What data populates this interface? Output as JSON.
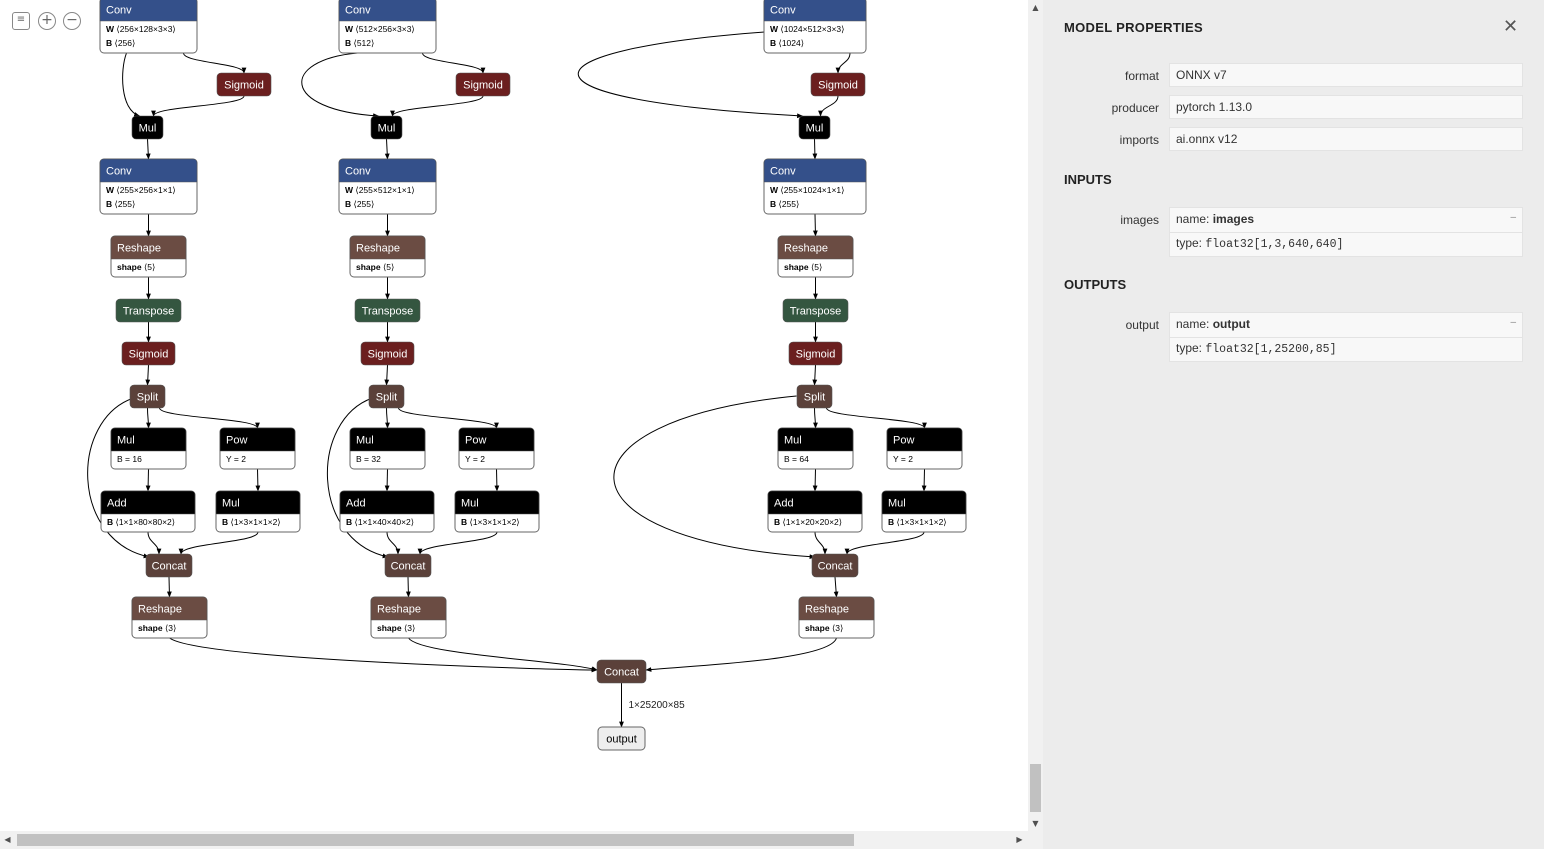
{
  "toolbar": {
    "menu_icon": "menu-icon",
    "zoom_in_icon": "zoom-in-icon",
    "zoom_out_icon": "zoom-out-icon"
  },
  "graph": {
    "nodes": [
      {
        "id": "conv1",
        "op": "Conv",
        "kind": "layer",
        "attrs": [
          [
            "W",
            "⟨256×128×3×3⟩"
          ],
          [
            "B",
            "⟨256⟩"
          ]
        ]
      },
      {
        "id": "conv2",
        "op": "Conv",
        "kind": "layer",
        "attrs": [
          [
            "W",
            "⟨512×256×3×3⟩"
          ],
          [
            "B",
            "⟨512⟩"
          ]
        ]
      },
      {
        "id": "conv3",
        "op": "Conv",
        "kind": "layer",
        "attrs": [
          [
            "W",
            "⟨1024×512×3×3⟩"
          ],
          [
            "B",
            "⟨1024⟩"
          ]
        ]
      },
      {
        "id": "sig1a",
        "op": "Sigmoid",
        "kind": "activation"
      },
      {
        "id": "sig2a",
        "op": "Sigmoid",
        "kind": "activation"
      },
      {
        "id": "sig3a",
        "op": "Sigmoid",
        "kind": "activation"
      },
      {
        "id": "mul1a",
        "op": "Mul",
        "kind": "math"
      },
      {
        "id": "mul2a",
        "op": "Mul",
        "kind": "math"
      },
      {
        "id": "mul3a",
        "op": "Mul",
        "kind": "math"
      },
      {
        "id": "conv1b",
        "op": "Conv",
        "kind": "layer",
        "attrs": [
          [
            "W",
            "⟨255×256×1×1⟩"
          ],
          [
            "B",
            "⟨255⟩"
          ]
        ]
      },
      {
        "id": "conv2b",
        "op": "Conv",
        "kind": "layer",
        "attrs": [
          [
            "W",
            "⟨255×512×1×1⟩"
          ],
          [
            "B",
            "⟨255⟩"
          ]
        ]
      },
      {
        "id": "conv3b",
        "op": "Conv",
        "kind": "layer",
        "attrs": [
          [
            "W",
            "⟨255×1024×1×1⟩"
          ],
          [
            "B",
            "⟨255⟩"
          ]
        ]
      },
      {
        "id": "rs1",
        "op": "Reshape",
        "kind": "shape",
        "attrs": [
          [
            "shape",
            "⟨5⟩"
          ]
        ]
      },
      {
        "id": "rs2",
        "op": "Reshape",
        "kind": "shape",
        "attrs": [
          [
            "shape",
            "⟨5⟩"
          ]
        ]
      },
      {
        "id": "rs3",
        "op": "Reshape",
        "kind": "shape",
        "attrs": [
          [
            "shape",
            "⟨5⟩"
          ]
        ]
      },
      {
        "id": "tr1",
        "op": "Transpose",
        "kind": "transform"
      },
      {
        "id": "tr2",
        "op": "Transpose",
        "kind": "transform"
      },
      {
        "id": "tr3",
        "op": "Transpose",
        "kind": "transform"
      },
      {
        "id": "sig1b",
        "op": "Sigmoid",
        "kind": "activation"
      },
      {
        "id": "sig2b",
        "op": "Sigmoid",
        "kind": "activation"
      },
      {
        "id": "sig3b",
        "op": "Sigmoid",
        "kind": "activation"
      },
      {
        "id": "sp1",
        "op": "Split",
        "kind": "tensor"
      },
      {
        "id": "sp2",
        "op": "Split",
        "kind": "tensor"
      },
      {
        "id": "sp3",
        "op": "Split",
        "kind": "tensor"
      },
      {
        "id": "mul1b",
        "op": "Mul",
        "kind": "math",
        "attrs": [
          [
            "",
            "B = 16"
          ]
        ]
      },
      {
        "id": "pow1",
        "op": "Pow",
        "kind": "math",
        "attrs": [
          [
            "",
            "Y = 2"
          ]
        ]
      },
      {
        "id": "mul2b",
        "op": "Mul",
        "kind": "math",
        "attrs": [
          [
            "",
            "B = 32"
          ]
        ]
      },
      {
        "id": "pow2",
        "op": "Pow",
        "kind": "math",
        "attrs": [
          [
            "",
            "Y = 2"
          ]
        ]
      },
      {
        "id": "mul3b",
        "op": "Mul",
        "kind": "math",
        "attrs": [
          [
            "",
            "B = 64"
          ]
        ]
      },
      {
        "id": "pow3",
        "op": "Pow",
        "kind": "math",
        "attrs": [
          [
            "",
            "Y = 2"
          ]
        ]
      },
      {
        "id": "add1",
        "op": "Add",
        "kind": "math",
        "attrs": [
          [
            "B",
            "⟨1×1×80×80×2⟩"
          ]
        ]
      },
      {
        "id": "mul1c",
        "op": "Mul",
        "kind": "math",
        "attrs": [
          [
            "B",
            "⟨1×3×1×1×2⟩"
          ]
        ]
      },
      {
        "id": "add2",
        "op": "Add",
        "kind": "math",
        "attrs": [
          [
            "B",
            "⟨1×1×40×40×2⟩"
          ]
        ]
      },
      {
        "id": "mul2c",
        "op": "Mul",
        "kind": "math",
        "attrs": [
          [
            "B",
            "⟨1×3×1×1×2⟩"
          ]
        ]
      },
      {
        "id": "add3",
        "op": "Add",
        "kind": "math",
        "attrs": [
          [
            "B",
            "⟨1×1×20×20×2⟩"
          ]
        ]
      },
      {
        "id": "mul3c",
        "op": "Mul",
        "kind": "math",
        "attrs": [
          [
            "B",
            "⟨1×3×1×1×2⟩"
          ]
        ]
      },
      {
        "id": "cat1",
        "op": "Concat",
        "kind": "tensor"
      },
      {
        "id": "cat2",
        "op": "Concat",
        "kind": "tensor"
      },
      {
        "id": "cat3",
        "op": "Concat",
        "kind": "tensor"
      },
      {
        "id": "rs1b",
        "op": "Reshape",
        "kind": "shape",
        "attrs": [
          [
            "shape",
            "⟨3⟩"
          ]
        ]
      },
      {
        "id": "rs2b",
        "op": "Reshape",
        "kind": "shape",
        "attrs": [
          [
            "shape",
            "⟨3⟩"
          ]
        ]
      },
      {
        "id": "rs3b",
        "op": "Reshape",
        "kind": "shape",
        "attrs": [
          [
            "shape",
            "⟨3⟩"
          ]
        ]
      },
      {
        "id": "catF",
        "op": "Concat",
        "kind": "tensor"
      },
      {
        "id": "out",
        "op": "output",
        "kind": "io"
      }
    ],
    "edge_label": "1×25200×85",
    "colors": {
      "layer": "#34508a",
      "activation": "#6b1f1f",
      "math": "#000000",
      "shape": "#6b4c43",
      "transform": "#345640",
      "tensor": "#5b413a"
    }
  },
  "panel": {
    "title": "MODEL PROPERTIES",
    "close_icon": "close-icon",
    "close_glyph": "✕",
    "props": [
      {
        "label": "format",
        "value": "ONNX v7"
      },
      {
        "label": "producer",
        "value": "pytorch 1.13.0"
      },
      {
        "label": "imports",
        "value": "ai.onnx v12"
      }
    ],
    "inputs_title": "INPUTS",
    "inputs": [
      {
        "label": "images",
        "name_prefix": "name: ",
        "name": "images",
        "type_prefix": "type: ",
        "type": "float32[1,3,640,640]"
      }
    ],
    "outputs_title": "OUTPUTS",
    "outputs": [
      {
        "label": "output",
        "name_prefix": "name: ",
        "name": "output",
        "type_prefix": "type: ",
        "type": "float32[1,25200,85]"
      }
    ],
    "expand_glyph": "–"
  }
}
